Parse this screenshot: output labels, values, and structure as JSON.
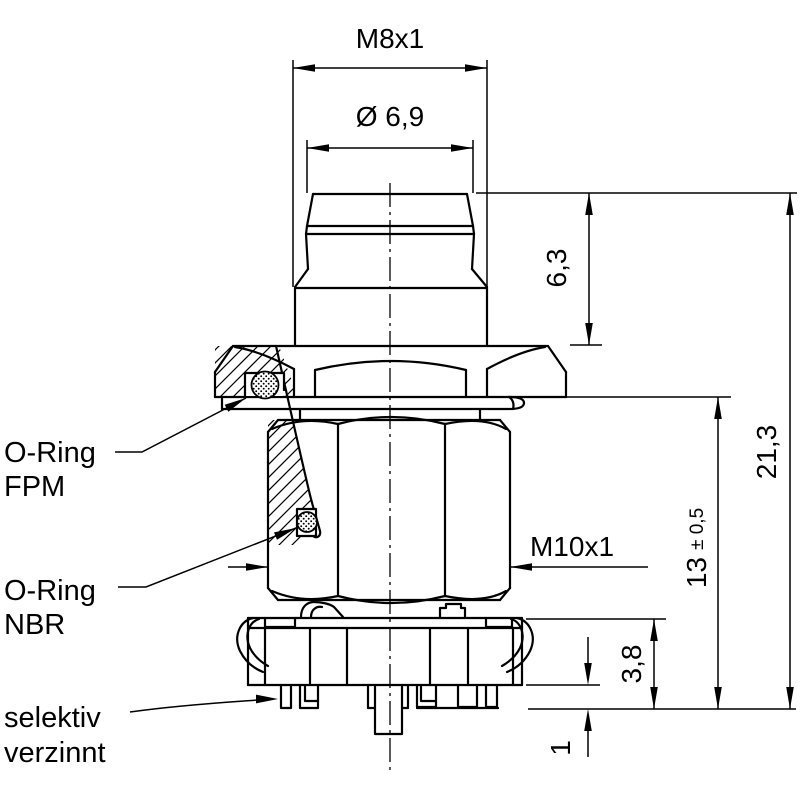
{
  "drawing": {
    "dimensions": {
      "thread_top": "M8x1",
      "tip_diameter": "Ø 6,9",
      "tip_height": "6,3",
      "total_height": "21,3",
      "body_height": "13",
      "body_height_tolerance": "± 0,5",
      "thread_body": "M10x1",
      "ring_height": "3,8",
      "pin_protrusion": "1"
    },
    "callouts": {
      "oring_fpm": {
        "line1": "O-Ring",
        "line2": "FPM"
      },
      "oring_nbr": {
        "line1": "O-Ring",
        "line2": "NBR"
      },
      "tinned": {
        "line1": "selektiv",
        "line2": "verzinnt"
      }
    },
    "colors": {
      "line": "#000000",
      "background": "#ffffff"
    }
  }
}
